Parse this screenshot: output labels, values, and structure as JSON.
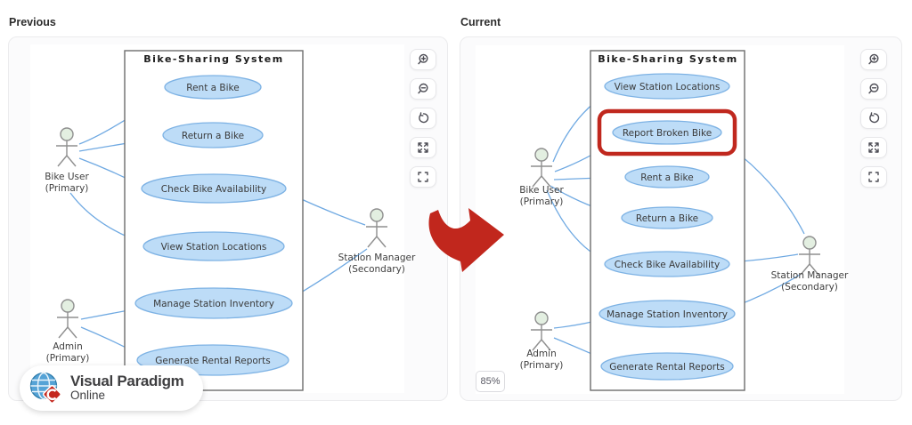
{
  "panels": {
    "previous": {
      "label": "Previous",
      "diagram": {
        "title": "Bike-Sharing System",
        "use_cases": [
          "Rent a Bike",
          "Return a Bike",
          "Check Bike Availability",
          "View Station Locations",
          "Manage Station Inventory",
          "Generate Rental Reports"
        ],
        "actors": [
          {
            "name": "Bike User",
            "role": "(Primary)"
          },
          {
            "name": "Admin",
            "role": "(Primary)"
          },
          {
            "name": "Station Manager",
            "role": "(Secondary)"
          }
        ]
      }
    },
    "current": {
      "label": "Current",
      "zoom_level": "85%",
      "diagram": {
        "title": "Bike-Sharing System",
        "use_cases": [
          "View Station Locations",
          "Report Broken Bike",
          "Rent a Bike",
          "Return a Bike",
          "Check Bike Availability",
          "Manage Station Inventory",
          "Generate Rental Reports"
        ],
        "highlighted_use_case": "Report Broken Bike",
        "actors": [
          {
            "name": "Bike User",
            "role": "(Primary)"
          },
          {
            "name": "Admin",
            "role": "(Primary)"
          },
          {
            "name": "Station Manager",
            "role": "(Secondary)"
          }
        ]
      }
    }
  },
  "toolbar": {
    "icons": [
      "zoom-in",
      "zoom-out",
      "reset-view",
      "expand",
      "fullscreen"
    ]
  },
  "logo": {
    "name": "Visual Paradigm",
    "product": "Online"
  },
  "colors": {
    "use_case_fill": "#bddcf7",
    "use_case_stroke": "#7db2e4",
    "connector_blue": "#6fa9e2",
    "highlight_red": "#c0281e",
    "arrow_red": "#c1271d",
    "actor_head_fill": "#e3efe1"
  }
}
